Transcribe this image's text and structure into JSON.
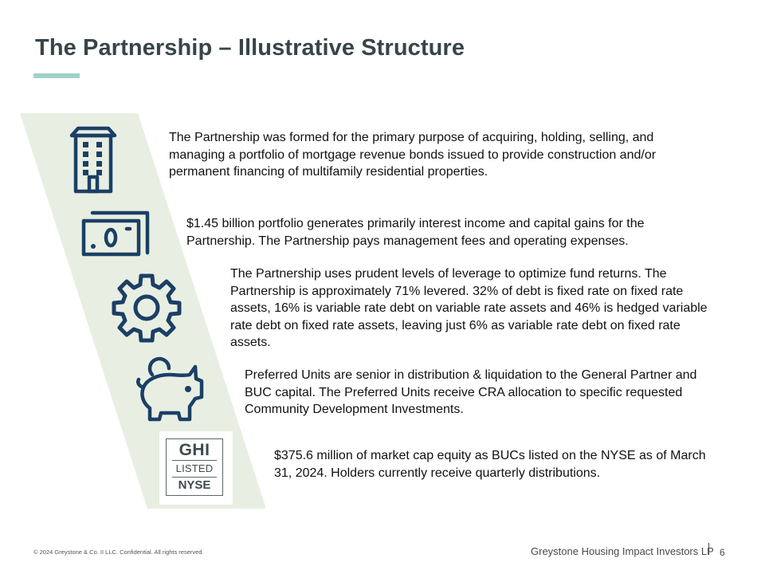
{
  "slide": {
    "title": "The Partnership – Illustrative Structure",
    "accent_color": "#9fd1c9",
    "title_color": "#374548",
    "band_color": "#e8efe2",
    "icon_color": "#1b3f66"
  },
  "items": [
    {
      "icon": "building-icon",
      "text": "The Partnership was formed for the primary purpose of acquiring, holding, selling, and managing a portfolio of mortgage revenue bonds issued to provide construction and/or permanent financing of multifamily residential properties."
    },
    {
      "icon": "money-bill-icon",
      "text": "$1.45 billion portfolio generates primarily interest income and capital gains for the Partnership. The Partnership pays management fees and operating expenses."
    },
    {
      "icon": "gear-icon",
      "text": "The Partnership uses prudent levels of leverage to optimize fund returns. The Partnership is approximately 71% levered. 32% of debt is fixed rate on fixed rate assets, 16% is variable rate debt on variable rate assets and 46% is hedged variable rate debt on fixed rate assets, leaving just 6% as variable rate debt on fixed rate assets."
    },
    {
      "icon": "piggy-bank-icon",
      "text": "Preferred Units are senior in distribution & liquidation to the General Partner and BUC capital. The Preferred Units receive CRA allocation to specific requested Community Development Investments."
    },
    {
      "icon": "ghi-listed-nyse-badge",
      "text": "$375.6 million of market cap equity as BUCs listed on the NYSE as of March 31, 2024. Holders currently receive quarterly distributions."
    }
  ],
  "badge": {
    "top": "GHI",
    "middle": "LISTED",
    "bottom": "NYSE"
  },
  "footer": {
    "copyright": "© 2024 Greystone & Co. II LLC. Confidential. All rights reserved.",
    "company": "Greystone Housing Impact Investors LP",
    "page_number": "6"
  }
}
